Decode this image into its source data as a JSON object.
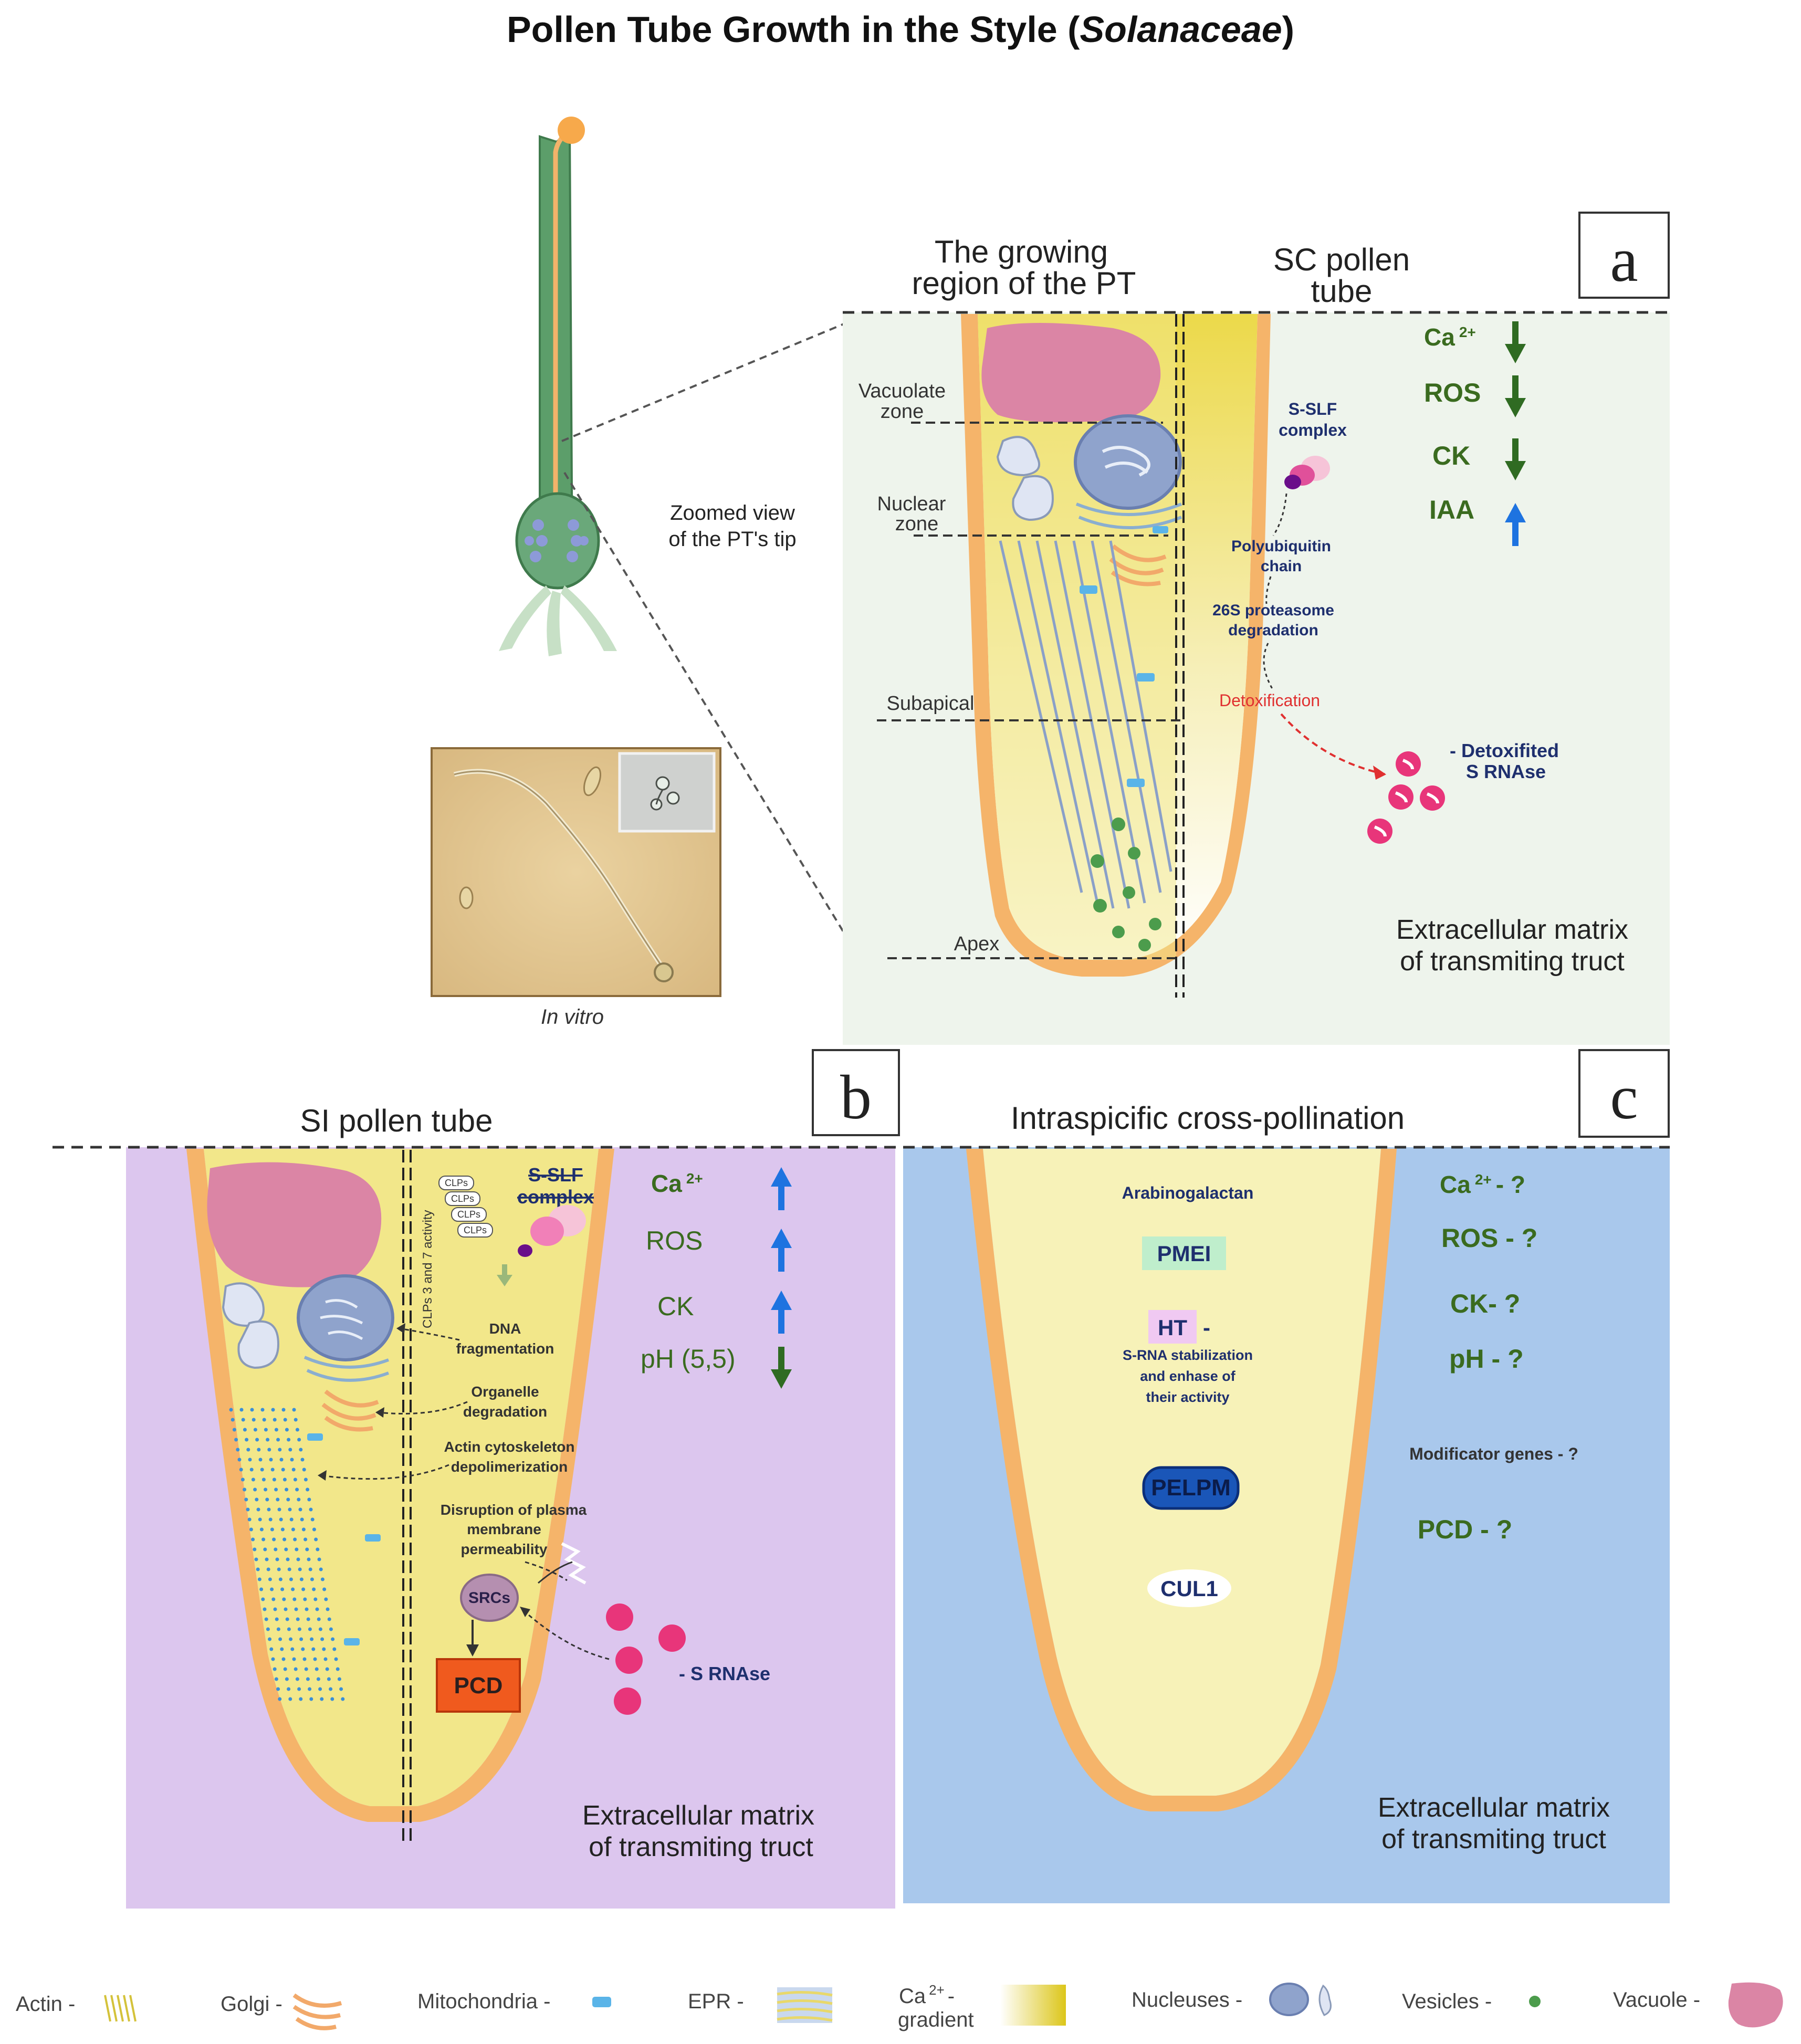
{
  "title": {
    "main": "Pollen Tube Growth in the Style (",
    "italic": "Solanaceae",
    "close": ")"
  },
  "overview": {
    "zoom_label_1": "Zoomed view",
    "zoom_label_2": "of the PT's tip",
    "in_vitro": "In vitro"
  },
  "panel_a": {
    "letter": "a",
    "left_header_1": "The growing",
    "left_header_2": "region of the PT",
    "right_header_1": "SC pollen",
    "right_header_2": "tube",
    "zones": [
      "Vacuolate",
      "zone",
      "Nuclear",
      "zone",
      "Subapical",
      "Apex"
    ],
    "pathway": [
      "S-SLF",
      "complex",
      "Polyubiquitin",
      "chain",
      "26S proteasome",
      "degradation",
      "Detoxification"
    ],
    "detox_label_1": "- Detoxifited",
    "detox_label_2": "S RNAse",
    "signals": [
      {
        "label": "Ca",
        "sup": "2+",
        "direction": "down"
      },
      {
        "label": "ROS",
        "sup": "",
        "direction": "down"
      },
      {
        "label": "CK",
        "sup": "",
        "direction": "down"
      },
      {
        "label": "IAA",
        "sup": "",
        "direction": "up"
      }
    ],
    "ecm_1": "Extracellular matrix",
    "ecm_2": "of transmiting truct",
    "background": "#eef4ec"
  },
  "panel_b": {
    "letter": "b",
    "header": "SI pollen tube",
    "clps": [
      "CLPs",
      "CLPs",
      "CLPs",
      "CLPs"
    ],
    "clps_activity": "CLPs 3 and 7 activity",
    "sslf_1": "S-SLF",
    "sslf_2": "complex",
    "effects": [
      "DNA",
      "fragmentation",
      "Organelle",
      "degradation",
      "Actin cytoskeleton",
      "depolimerization",
      "Disruption of plasma",
      "membrane",
      "permeability"
    ],
    "srcs": "SRCs",
    "pcd": "PCD",
    "srnase": "- S RNAse",
    "signals": [
      {
        "label": "Ca",
        "sup": "2+",
        "direction": "up"
      },
      {
        "label": "ROS",
        "sup": "",
        "direction": "up"
      },
      {
        "label": "CK",
        "sup": "",
        "direction": "up"
      },
      {
        "label": "pH (5,5)",
        "sup": "",
        "direction": "down"
      }
    ],
    "ecm_1": "Extracellular matrix",
    "ecm_2": "of transmiting truct",
    "background": "#dcc6ee"
  },
  "panel_c": {
    "letter": "c",
    "header": "Intraspicific cross-pollination",
    "arabinogalactan": "Arabinogalactan",
    "pmei": "PMEI",
    "ht": "HT",
    "ht_dash": "-",
    "ht_desc": [
      "S-RNA stabilization",
      "and enhase of",
      "their activity"
    ],
    "pelpm": "PELPM",
    "cul1": "CUL1",
    "signals": [
      "Ca",
      "ROS - ?",
      "CK- ?",
      "pH - ?"
    ],
    "ca_sup": "2+",
    "ca_tail": "- ?",
    "modificator": "Modificator genes - ?",
    "pcd": "PCD - ?",
    "ecm_1": "Extracellular matrix",
    "ecm_2": "of transmiting truct",
    "background": "#a9c8ec"
  },
  "legend": {
    "actin": "Actin -",
    "golgi": "Golgi -",
    "mitochondria": "Mitochondria -",
    "epr": "EPR -",
    "ca_1": "Ca",
    "ca_sup": "2+",
    "ca_dash": "-",
    "ca_2": "gradient",
    "nucleuses": "Nucleuses -",
    "vesicles": "Vesicles -",
    "vacuole": "Vacuole -"
  },
  "colors": {
    "tube_wall": "#f7b56b",
    "tube_fill": "#f4ec9a",
    "vacuole": "#db85a5",
    "nucleus": "#8fa3cc",
    "vesicle": "#4c9c4c",
    "arrow_green": "#2f6b22",
    "arrow_blue": "#1e73e0",
    "label_green": "#3a6b1f",
    "label_navy": "#1e2f6e",
    "rnase": "#e8357a",
    "pcd": "#f05a1e",
    "detox_red": "#e03030"
  }
}
